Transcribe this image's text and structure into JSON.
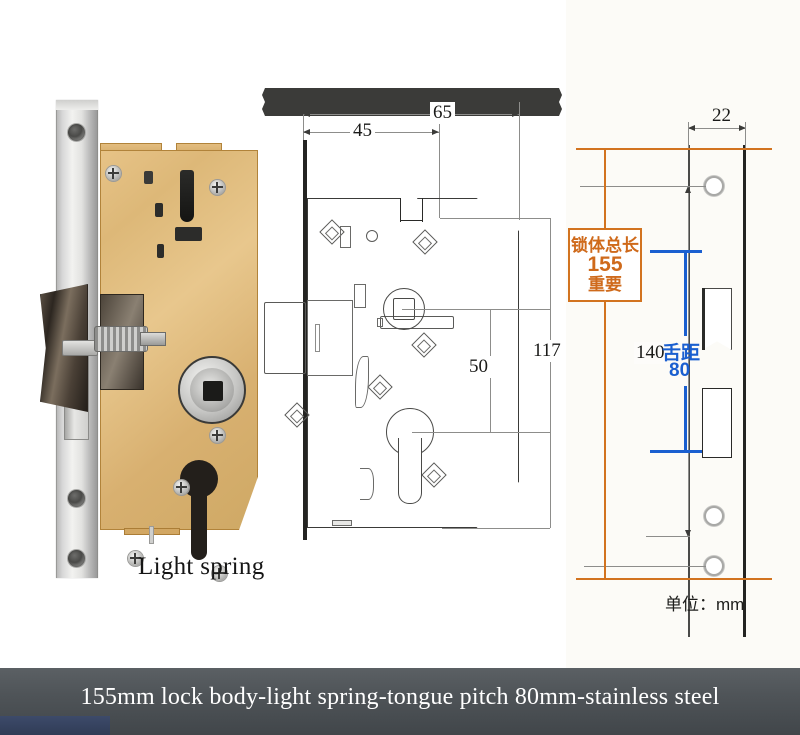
{
  "caption": {
    "bottom_bar_text": "155mm lock body-light spring-tongue pitch 80mm-stainless steel"
  },
  "photo": {
    "label": "Light spring"
  },
  "drawing": {
    "unit_note": "单位：mm",
    "dimensions": {
      "backset_45": "45",
      "case_width_65": "65",
      "case_height_117": "117",
      "spindle_to_cylinder_50": "50",
      "plate_thickness_22": "22",
      "plate_length_140": "140"
    },
    "callout_orange": {
      "line1": "锁体总长",
      "line2": "155",
      "line3": "重要"
    },
    "callout_blue": {
      "line1": "舌距",
      "line2": "80"
    }
  },
  "colors": {
    "orange_accent": "#d2731f",
    "blue_accent": "#1a5fd0",
    "bar_background": "#4f5458",
    "line_grey": "#8d8d8b",
    "brass": "#ddb878",
    "steel": "#d8d8d8"
  }
}
